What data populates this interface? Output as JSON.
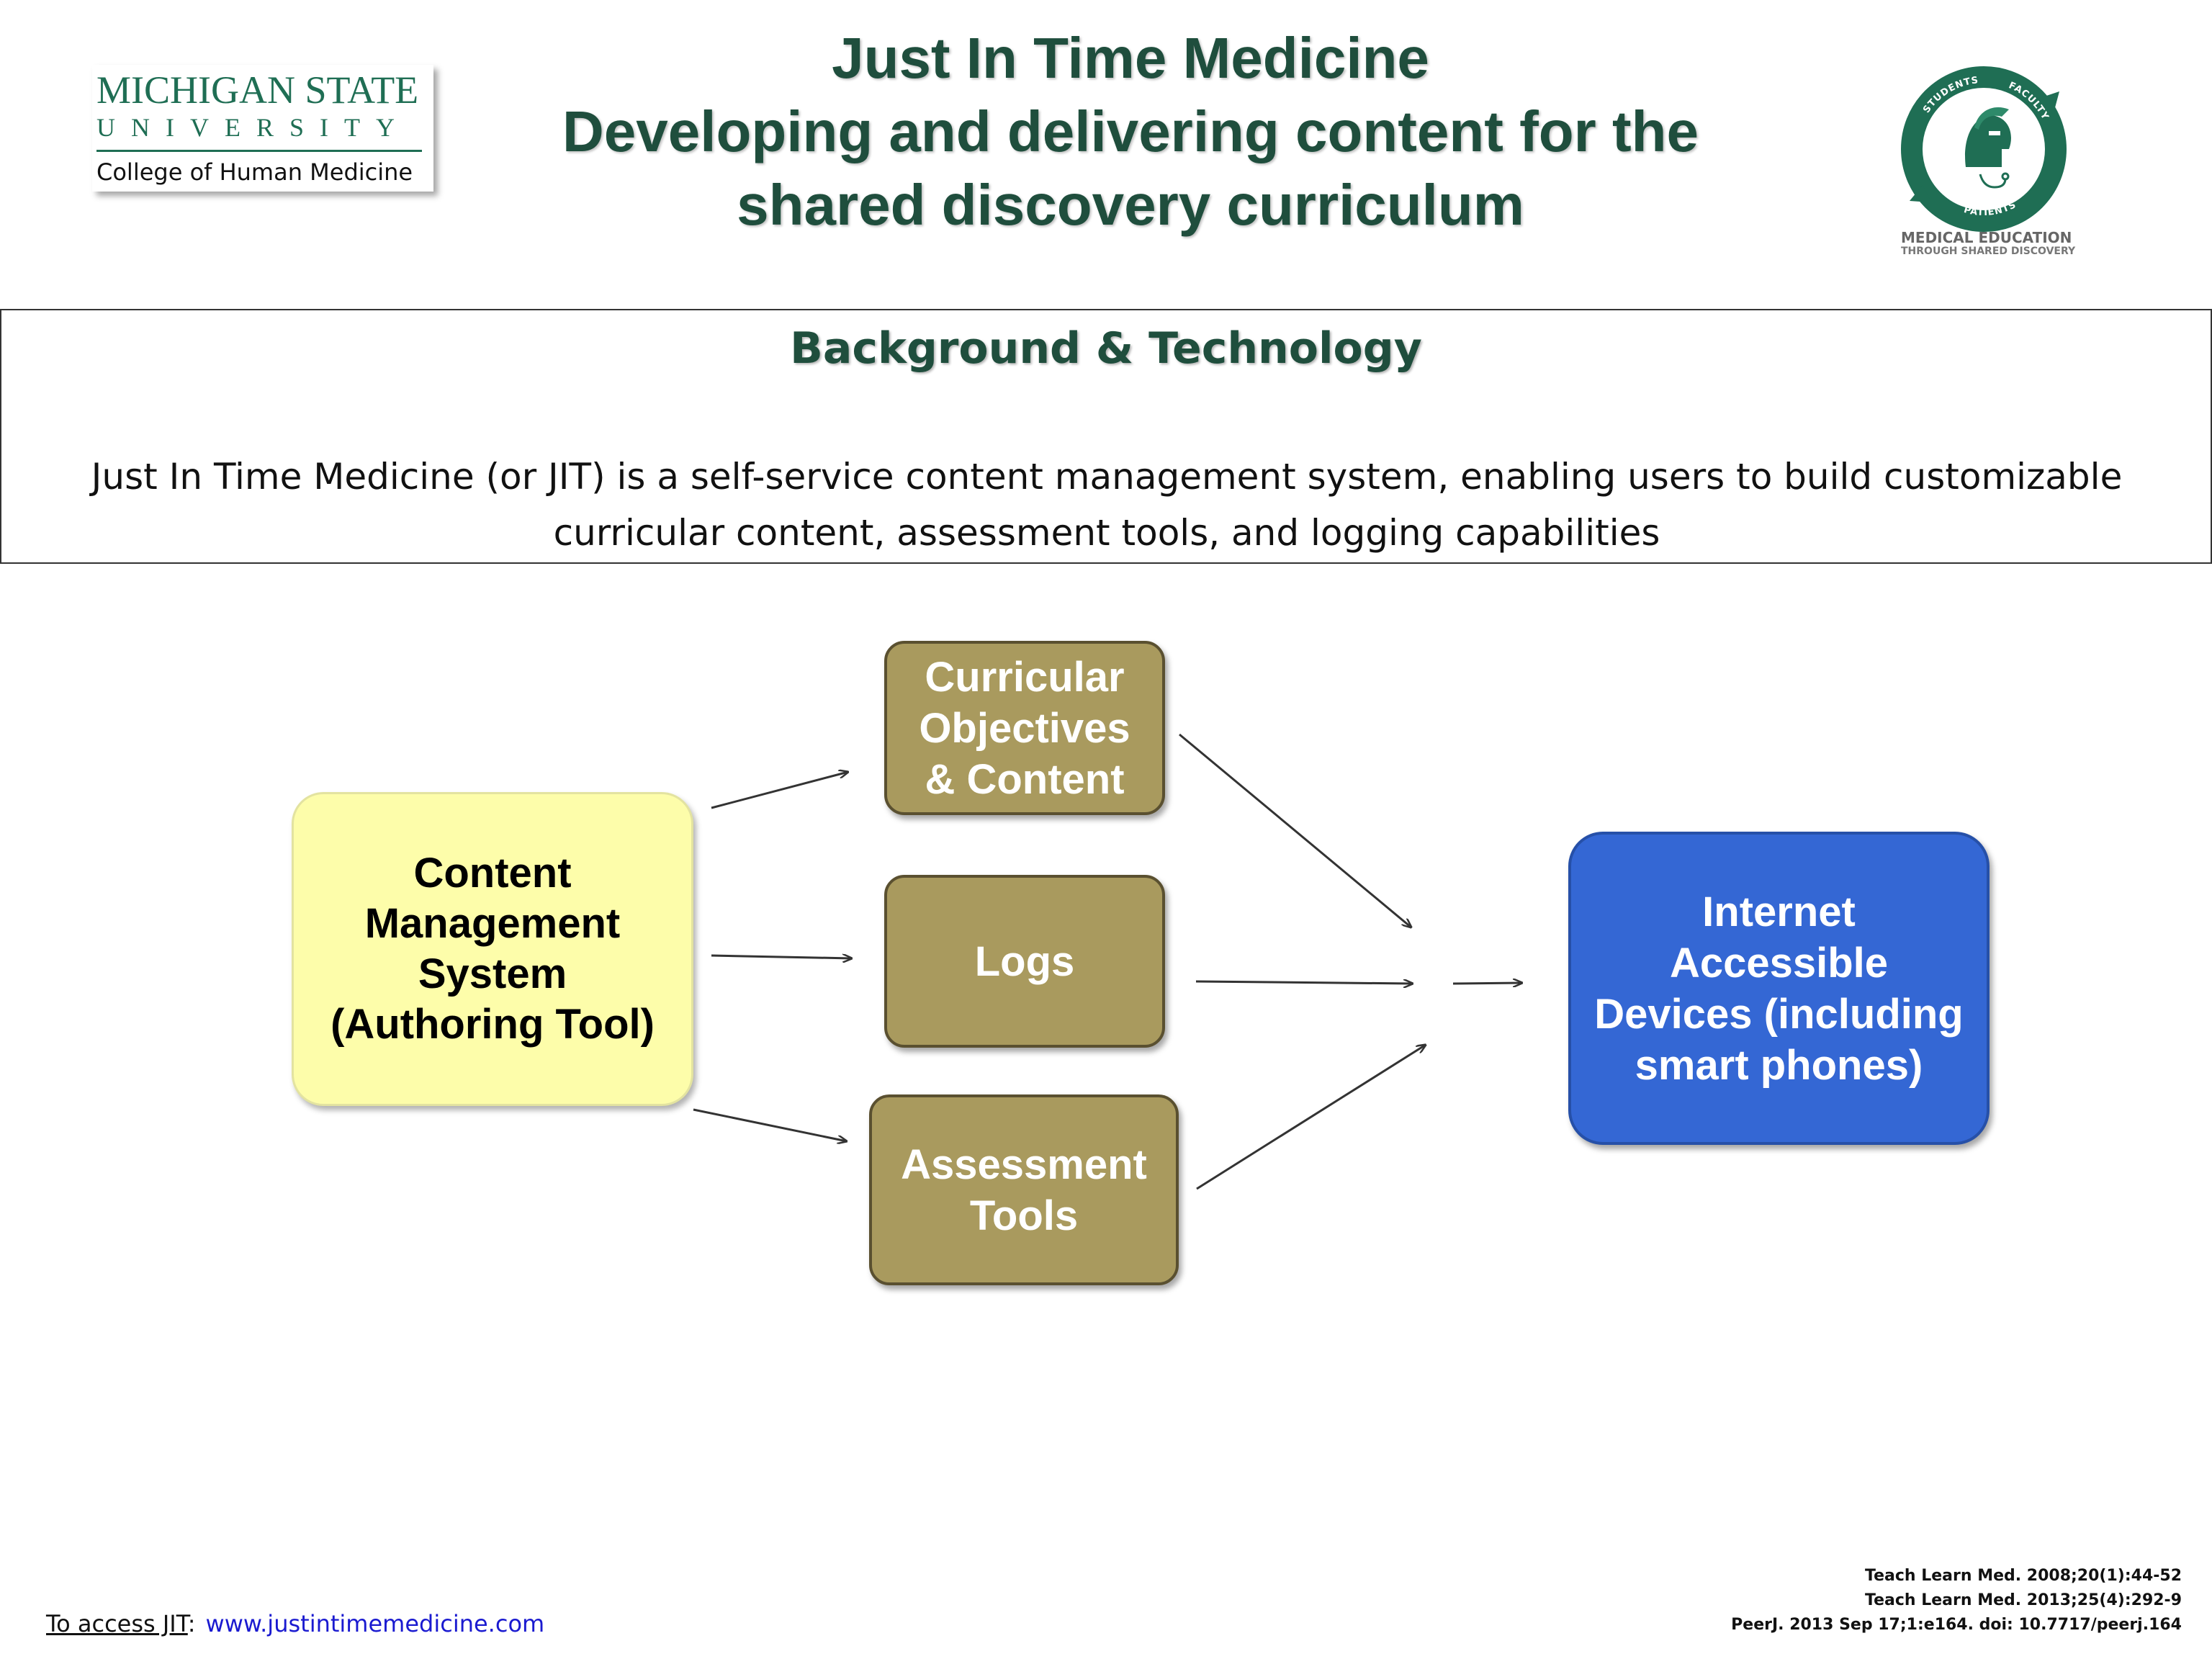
{
  "logo_left": {
    "name": "MICHIGAN STATE",
    "university": "UNIVERSITY",
    "college": "College of Human Medicine"
  },
  "logo_right": {
    "ring_words": [
      "STUDENTS",
      "FACULTY",
      "PATIENTS"
    ],
    "line1": "MEDICAL EDUCATION",
    "line2": "THROUGH SHARED DISCOVERY",
    "color": "#1f6e54"
  },
  "title": {
    "line1": "Just In Time Medicine",
    "line2": "Developing and delivering content for the",
    "line3": "shared discovery curriculum"
  },
  "background": {
    "heading": "Background & Technology",
    "body": "Just In Time Medicine (or JIT) is  a self-service  content management system, enabling users  to build  customizable curricular content, assessment tools, and logging capabilities"
  },
  "diagram": {
    "cms": [
      "Content",
      "Management",
      "System",
      "(Authoring Tool)"
    ],
    "curricular": [
      "Curricular",
      "Objectives",
      "& Content"
    ],
    "logs": [
      "Logs"
    ],
    "assessment": [
      "Assessment",
      "Tools"
    ],
    "devices": [
      "Internet",
      "Accessible",
      "Devices (including",
      "smart phones)"
    ]
  },
  "footer": {
    "access_label": "To access JIT",
    "access_sep": ":",
    "url": "www.justintimemedicine.com",
    "references": [
      "Teach Learn Med. 2008;20(1):44-52",
      "Teach Learn Med. 2013;25(4):292-9",
      "PeerJ. 2013 Sep 17;1:e164.  doi: 10.7717/peerj.164"
    ]
  },
  "colors": {
    "title_green": "#1f4e3d",
    "cms_fill": "#fdfdaa",
    "tan_fill": "#a99a5e",
    "devices_fill": "#3467d4",
    "link_blue": "#1a1ad0"
  }
}
